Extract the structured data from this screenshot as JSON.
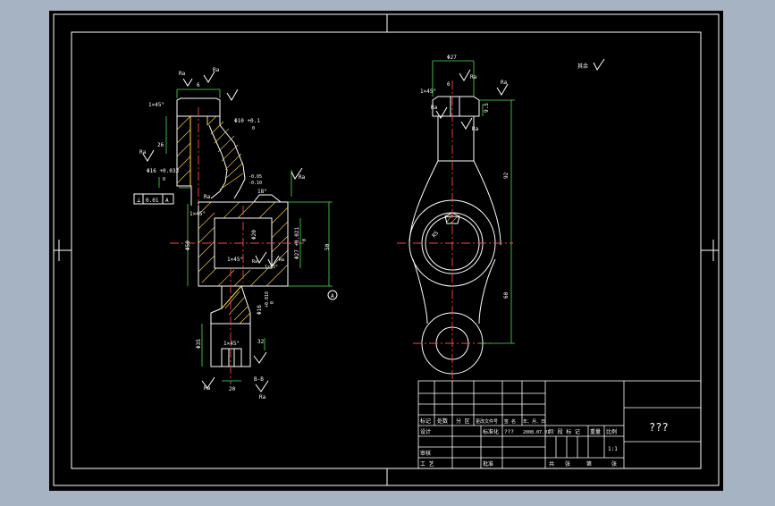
{
  "colors": {
    "background": "#a5b3c3",
    "sheet": "#000000",
    "outline": "#ffffff",
    "section": "#ffd84a",
    "centerline": "#ff4444",
    "dimension": "#4fe04f"
  },
  "front_view": {
    "top_flat": "Ra",
    "top_width": "6",
    "top_right": "Ra",
    "chamfer_top": "1×45°",
    "hole_tol": "Φ10 +0.1",
    "hole_tol_low": "0",
    "height_26": "26",
    "ra_left": "Ra",
    "dia16": "Φ16 +0.033",
    "dia16_low": "0",
    "flatness_box": "⊥",
    "flatness_val": "0.01",
    "flatness_ref": "A",
    "side_tol": "-0.05",
    "side_tol2": "-0.10",
    "angle_label": "Ra",
    "pad_label": "Ra",
    "key_label": "18°",
    "chamfer_mid": "1×45°",
    "dia50": "Φ50",
    "bore_label": "Φ27 +0.021",
    "bore_low": "0",
    "bore_left": "Φ20",
    "width50": "50",
    "chamfer_low": "1×45°",
    "ra_mid": "Ra",
    "ra_mid2": "Ra",
    "chamfer_low2": "1×45°",
    "datum": "A",
    "dia16b": "Φ16",
    "dia16b_tol": "+0.018",
    "dia16b_low": "0",
    "dia35": "Φ35",
    "chamfer_bottom": "1×45°",
    "len32": "32",
    "ra_bottom": "Ra",
    "width20": "20",
    "section": "B-B",
    "ra_bottom2": "Ra"
  },
  "side_view": {
    "dia27": "Φ27",
    "six": "6",
    "chamfer": "1×45°",
    "ra_top": "Ra",
    "ra_right": "Ra",
    "h95": "9.5",
    "ra_left": "Ra",
    "ra_left2": "Ra",
    "dim92": "92",
    "r5": "R5",
    "dim60": "60",
    "ra_note": "其余"
  },
  "title_block": {
    "r1": [
      "标记",
      "处数",
      "分 区",
      "更改文件号",
      "签 名",
      "年、月、日"
    ],
    "design": "设计",
    "std": "标准化",
    "std_val": "???",
    "date": "2008.07.01",
    "stage": "阶 段 标 记",
    "weight": "重量",
    "scale": "比例",
    "scale_val": "1:1",
    "review": "审核",
    "process": "工 艺",
    "approve": "批准",
    "sheets": "共",
    "sheet_of": "张",
    "sheet_no": "第",
    "sheet_no2": "张",
    "drawing_name": "???"
  }
}
